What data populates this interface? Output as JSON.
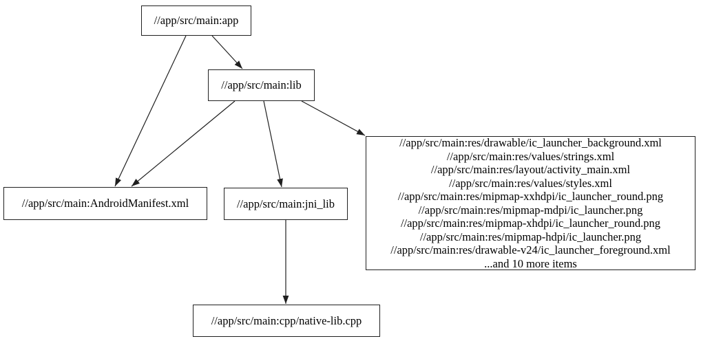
{
  "graph": {
    "kind": "dependency-graph",
    "background_color": "#ffffff",
    "node_border_color": "#1f1f1f",
    "edge_color": "#1f1f1f",
    "text_color": "#000000"
  },
  "nodes": {
    "app": {
      "label": "//app/src/main:app"
    },
    "lib": {
      "label": "//app/src/main:lib"
    },
    "android_manifest": {
      "label": "//app/src/main:AndroidManifest.xml"
    },
    "jni_lib": {
      "label": "//app/src/main:jni_lib"
    },
    "native_lib_cpp": {
      "label": "//app/src/main:cpp/native-lib.cpp"
    },
    "resources": {
      "lines": [
        "//app/src/main:res/drawable/ic_launcher_background.xml",
        "//app/src/main:res/values/strings.xml",
        "//app/src/main:res/layout/activity_main.xml",
        "//app/src/main:res/values/styles.xml",
        "//app/src/main:res/mipmap-xxhdpi/ic_launcher_round.png",
        "//app/src/main:res/mipmap-mdpi/ic_launcher.png",
        "//app/src/main:res/mipmap-xhdpi/ic_launcher_round.png",
        "//app/src/main:res/mipmap-hdpi/ic_launcher.png",
        "//app/src/main:res/drawable-v24/ic_launcher_foreground.xml",
        "...and 10 more items"
      ]
    }
  },
  "edges": [
    {
      "from": "app",
      "to": "lib"
    },
    {
      "from": "app",
      "to": "android_manifest"
    },
    {
      "from": "lib",
      "to": "android_manifest"
    },
    {
      "from": "lib",
      "to": "jni_lib"
    },
    {
      "from": "lib",
      "to": "resources"
    },
    {
      "from": "jni_lib",
      "to": "native_lib_cpp"
    }
  ]
}
